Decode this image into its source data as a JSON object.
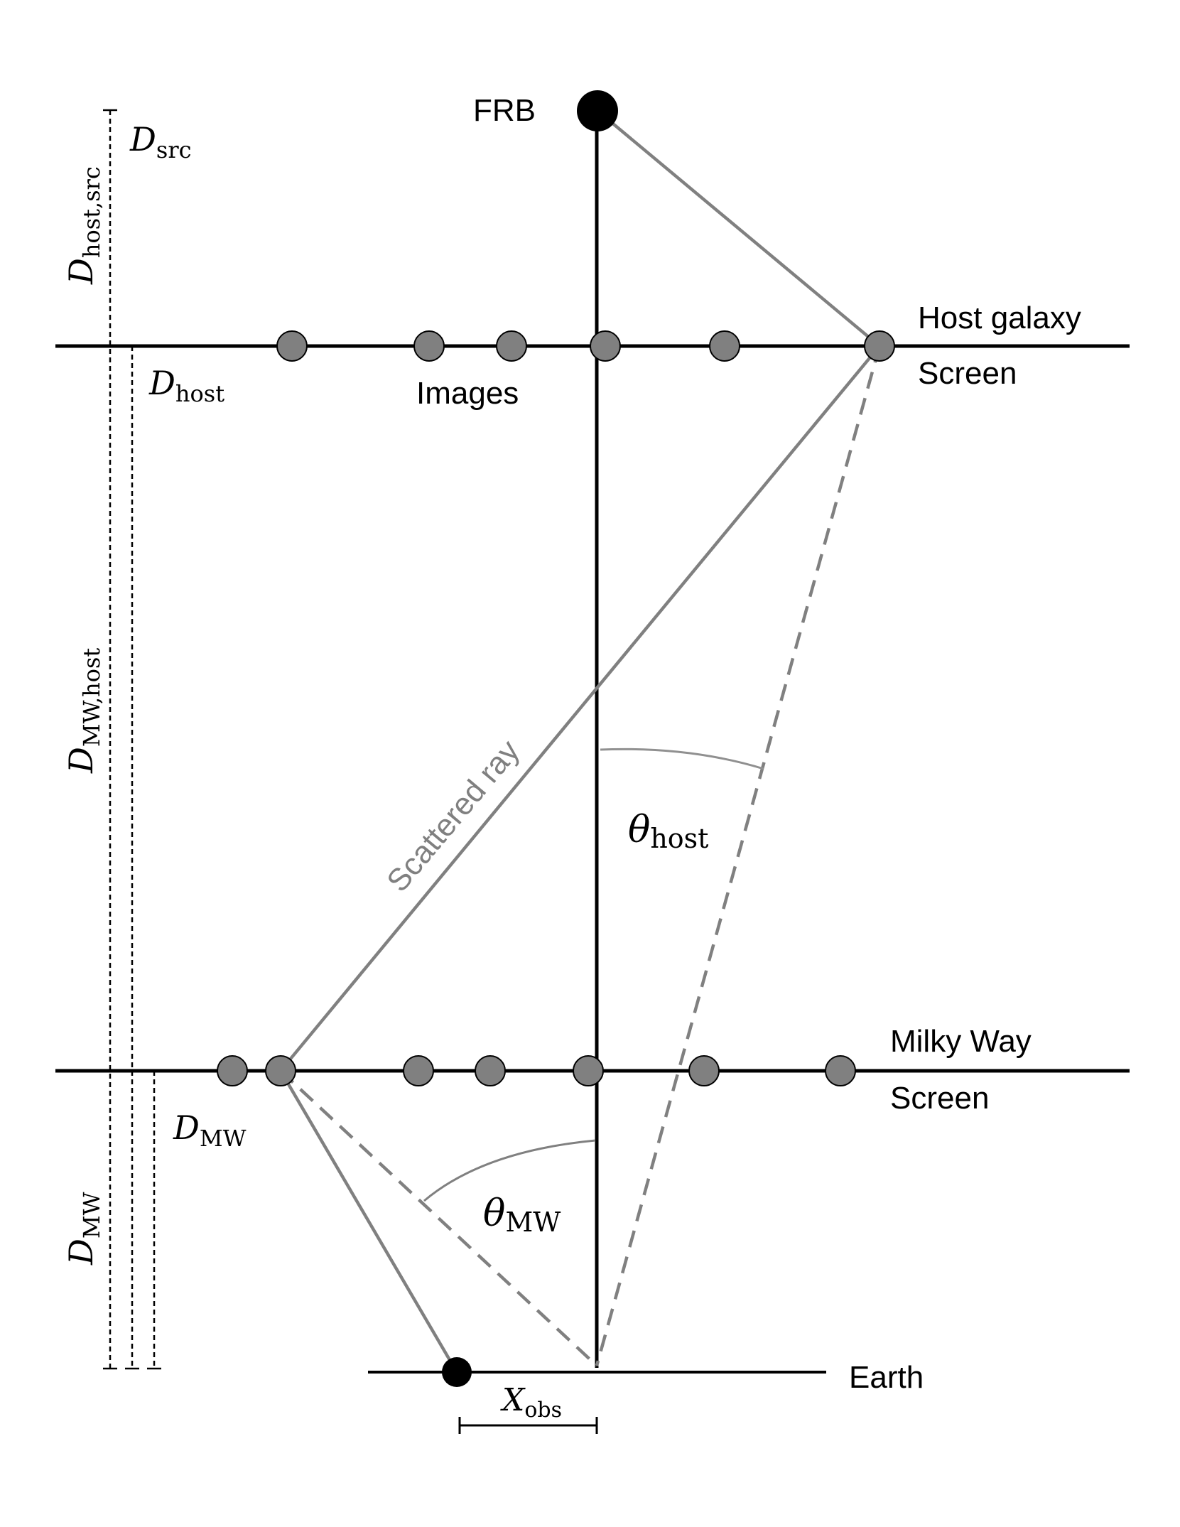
{
  "labels": {
    "frb": "FRB",
    "host_galaxy": "Host galaxy",
    "host_screen": "Screen",
    "images": "Images",
    "milky_way": "Milky Way",
    "mw_screen": "Screen",
    "earth": "Earth",
    "scattered_ray": "Scattered ray"
  },
  "math": {
    "d_src": {
      "base": "D",
      "sub": "src"
    },
    "d_host_src": {
      "base": "D",
      "sub": "host,src"
    },
    "d_host": {
      "base": "D",
      "sub": "host"
    },
    "d_mw_host": {
      "base": "D",
      "sub": "MW,host"
    },
    "d_mw_side": {
      "base": "D",
      "sub": "MW"
    },
    "d_mw_vertical": {
      "base": "D",
      "sub": "MW"
    },
    "theta_host": {
      "base": "θ",
      "sub": "host"
    },
    "theta_mw": {
      "base": "θ",
      "sub": "MW"
    },
    "x_obs": {
      "base": "X",
      "sub": "obs"
    }
  },
  "colors": {
    "line": "#000000",
    "ray": "#808080",
    "image_fill": "#808080",
    "arc": "#909090"
  }
}
